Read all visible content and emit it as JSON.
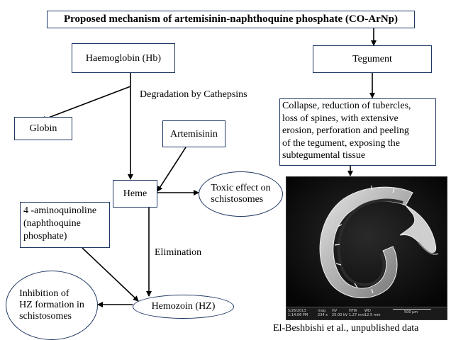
{
  "title": "Proposed mechanism of artemisinin-naphthoquine phosphate (CO-ArNp)",
  "nodes": {
    "haemoglobin": "Haemoglobin (Hb)",
    "tegument": "Tegument",
    "globin": "Globin",
    "artemisinin": "Artemisinin",
    "heme": "Heme",
    "aminoquinoline_lines": [
      "4 -aminoquinoline",
      "(naphthoquine",
      "phosphate)"
    ],
    "toxic_lines": [
      "Toxic effect on",
      "schistosomes"
    ],
    "hemozoin": "Hemozoin (HZ)",
    "inhibition_lines": [
      "Inhibition of",
      "HZ formation in",
      "schistosomes"
    ],
    "tegument_damage_lines": [
      "Collapse, reduction of tubercles,",
      "loss of spines,  with extensive",
      "erosion, perforation and peeling",
      "of the tegument, exposing the",
      "subtegumental tissue"
    ]
  },
  "edge_labels": {
    "degradation": "Degradation by Cathepsins",
    "elimination": "Elimination"
  },
  "micrograph": {
    "date": "5/26/2013",
    "time": "1:14:06 PM",
    "mag_label": "mag",
    "mag": "234 x",
    "hv_label": "HV",
    "hv": "25.00 kV",
    "hfw_label": "HFW",
    "hfw": "1.27 mm",
    "wd_label": "WD",
    "wd": "12.5 mm",
    "scale": "500 µm"
  },
  "caption": "El-Beshbishi et al., unpublished data",
  "colors": {
    "border": "#1f3864",
    "arrow": "#000000"
  }
}
